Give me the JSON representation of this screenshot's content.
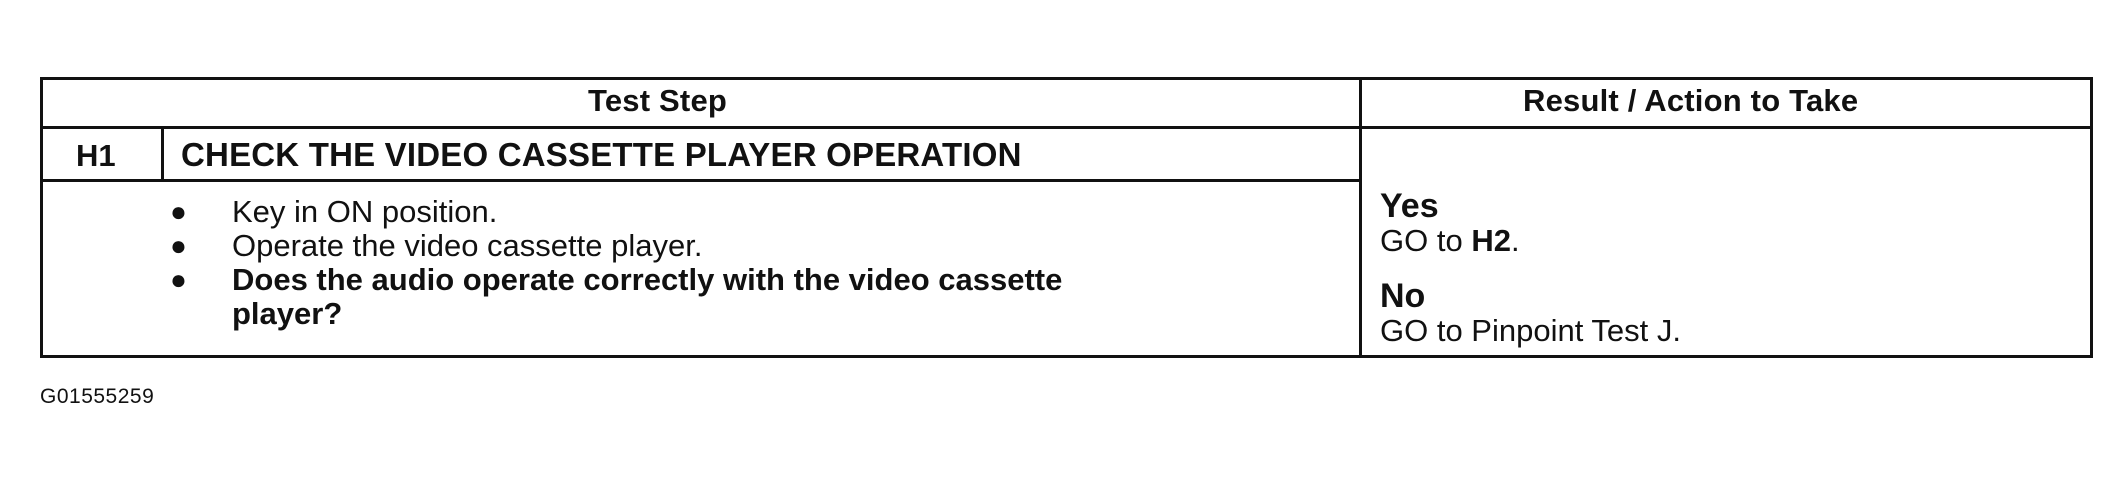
{
  "table": {
    "header": {
      "test_step": "Test Step",
      "result_action": "Result / Action to Take"
    },
    "step": {
      "id": "H1",
      "title": "CHECK THE VIDEO CASSETTE PLAYER OPERATION",
      "bullets": [
        "Key in ON position.",
        "Operate the video cassette player."
      ],
      "question_line1": "Does the audio operate correctly with the video cassette",
      "question_line2": "player?"
    },
    "results": {
      "yes_label": "Yes",
      "yes_action_prefix": "GO to ",
      "yes_action_target": "H2",
      "yes_action_suffix": ".",
      "no_label": "No",
      "no_action": "GO to Pinpoint Test J."
    }
  },
  "figure_id": "G01555259"
}
